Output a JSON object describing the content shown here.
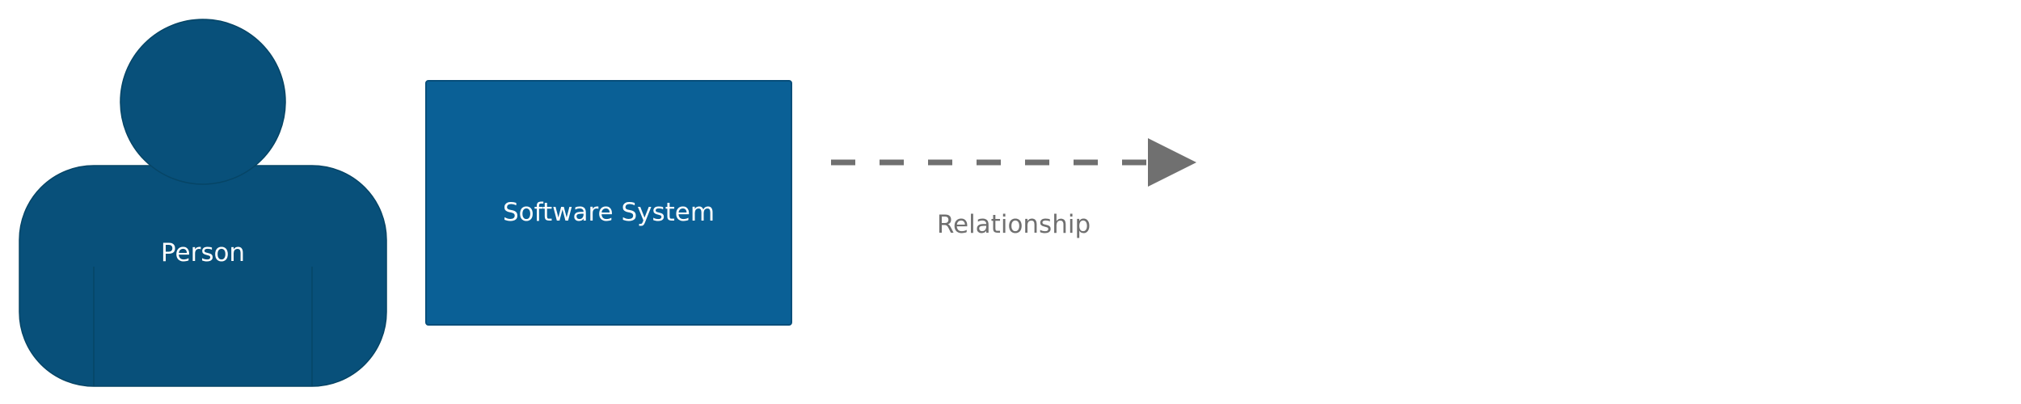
{
  "legend": {
    "person": {
      "label": "Person",
      "color": "#08507A"
    },
    "software_system": {
      "label": "Software System",
      "color": "#0A6096"
    },
    "relationship": {
      "label": "Relationship",
      "color": "#707070",
      "line_style": "dashed",
      "arrow_head": "filled-triangle"
    }
  }
}
